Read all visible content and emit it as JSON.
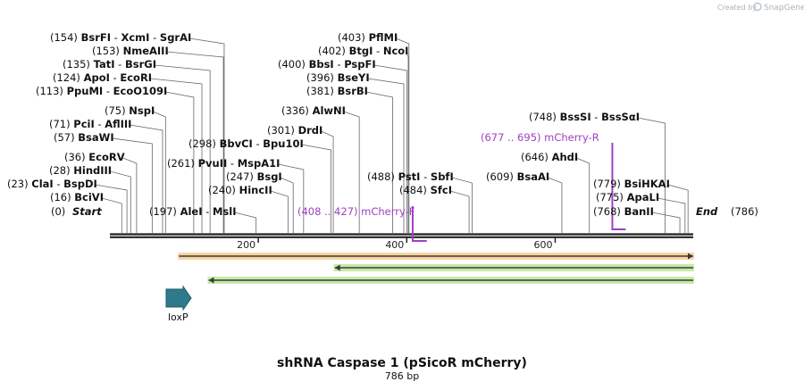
{
  "branding": {
    "created_by": "Created by",
    "app_name": "SnapGene"
  },
  "map": {
    "title": "shRNA Caspase 1 (pSicoR mCherry)",
    "length_label": "786 bp",
    "length": 786,
    "start_label": "Start",
    "end_label": "End",
    "start_pos": "(0)",
    "end_pos": "(786)",
    "ticks": [
      "200",
      "400",
      "600"
    ],
    "tick_values": [
      200,
      400,
      600
    ]
  },
  "site_groups": [
    {
      "pos": 154,
      "label_pos": "(154)",
      "names": [
        "BsrFI",
        "XcmI",
        "SgrAI"
      ]
    },
    {
      "pos": 153,
      "label_pos": "(153)",
      "names": [
        "NmeAIII"
      ]
    },
    {
      "pos": 135,
      "label_pos": "(135)",
      "names": [
        "TatI",
        "BsrGI"
      ]
    },
    {
      "pos": 124,
      "label_pos": "(124)",
      "names": [
        "ApoI",
        "EcoRI"
      ]
    },
    {
      "pos": 113,
      "label_pos": "(113)",
      "names": [
        "PpuMI",
        "EcoO109I"
      ]
    },
    {
      "pos": 75,
      "label_pos": "(75)",
      "names": [
        "NspI"
      ]
    },
    {
      "pos": 71,
      "label_pos": "(71)",
      "names": [
        "PciI",
        "AflIII"
      ]
    },
    {
      "pos": 57,
      "label_pos": "(57)",
      "names": [
        "BsaWI"
      ]
    },
    {
      "pos": 36,
      "label_pos": "(36)",
      "names": [
        "EcoRV"
      ]
    },
    {
      "pos": 28,
      "label_pos": "(28)",
      "names": [
        "HindIII"
      ]
    },
    {
      "pos": 23,
      "label_pos": "(23)",
      "names": [
        "ClaI",
        "BspDI"
      ]
    },
    {
      "pos": 16,
      "label_pos": "(16)",
      "names": [
        "BciVI"
      ]
    },
    {
      "pos": 197,
      "label_pos": "(197)",
      "names": [
        "AleI",
        "MslI"
      ]
    },
    {
      "pos": 298,
      "label_pos": "(298)",
      "names": [
        "BbvCI",
        "Bpu10I"
      ]
    },
    {
      "pos": 261,
      "label_pos": "(261)",
      "names": [
        "PvuII",
        "MspA1I"
      ]
    },
    {
      "pos": 247,
      "label_pos": "(247)",
      "names": [
        "BsgI"
      ]
    },
    {
      "pos": 240,
      "label_pos": "(240)",
      "names": [
        "HincII"
      ]
    },
    {
      "pos": 403,
      "label_pos": "(403)",
      "names": [
        "PflMI"
      ]
    },
    {
      "pos": 402,
      "label_pos": "(402)",
      "names": [
        "BtgI",
        "NcoI"
      ]
    },
    {
      "pos": 400,
      "label_pos": "(400)",
      "names": [
        "BbsI",
        "PspFI"
      ]
    },
    {
      "pos": 396,
      "label_pos": "(396)",
      "names": [
        "BseYI"
      ]
    },
    {
      "pos": 381,
      "label_pos": "(381)",
      "names": [
        "BsrBI"
      ]
    },
    {
      "pos": 336,
      "label_pos": "(336)",
      "names": [
        "AlwNI"
      ]
    },
    {
      "pos": 301,
      "label_pos": "(301)",
      "names": [
        "DrdI"
      ]
    },
    {
      "pos": 488,
      "label_pos": "(488)",
      "names": [
        "PstI",
        "SbfI"
      ]
    },
    {
      "pos": 484,
      "label_pos": "(484)",
      "names": [
        "SfcI"
      ]
    },
    {
      "pos": 609,
      "label_pos": "(609)",
      "names": [
        "BsaAI"
      ]
    },
    {
      "pos": 646,
      "label_pos": "(646)",
      "names": [
        "AhdI"
      ]
    },
    {
      "pos": 748,
      "label_pos": "(748)",
      "names": [
        "BssSI",
        "BssSαI"
      ]
    },
    {
      "pos": 779,
      "label_pos": "(779)",
      "names": [
        "BsiHKAI"
      ]
    },
    {
      "pos": 775,
      "label_pos": "(775)",
      "names": [
        "ApaLI"
      ]
    },
    {
      "pos": 768,
      "label_pos": "(768)",
      "names": [
        "BanII"
      ]
    }
  ],
  "primers": [
    {
      "name": "mCherry-F",
      "range": "(408 .. 427)",
      "start": 408,
      "end": 427,
      "color": "#a040c0"
    },
    {
      "name": "mCherry-R",
      "range": "(677 .. 695)",
      "start": 677,
      "end": 695,
      "color": "#a040c0"
    }
  ],
  "features": [
    {
      "type": "arrow-forward",
      "start": 93,
      "end": 786,
      "color": "#f0a030"
    },
    {
      "type": "arrow-reverse",
      "start": 303,
      "end": 786,
      "color": "#80d040"
    },
    {
      "type": "arrow-reverse",
      "start": 133,
      "end": 786,
      "color": "#80d040"
    }
  ],
  "loxp": {
    "label": "loxP",
    "color": "#2e7a8c"
  },
  "colors": {
    "backbone": "#222222",
    "site_line": "#666666",
    "primer": "#a040c0",
    "orange": "#f0a030",
    "green": "#80d040",
    "loxp": "#2e7a8c"
  }
}
